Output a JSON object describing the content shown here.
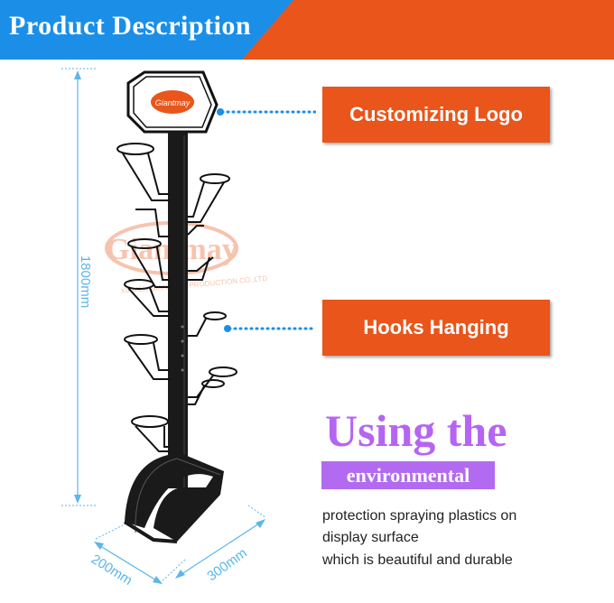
{
  "banner": {
    "title": "Product Description",
    "left_color": "#1b8fe8",
    "right_color": "#e9551b"
  },
  "callouts": {
    "logo_label": "Customizing Logo",
    "hooks_label": "Hooks Hanging"
  },
  "product": {
    "logo_text": "Giantmay",
    "watermark_text": "Giantmay",
    "watermark_subtext": "XIAMEN GIANTMAY PRODUCTION CO.,LTD",
    "height_dim": "1800mm",
    "depth_dim": "200mm",
    "width_dim": "300mm"
  },
  "text": {
    "heading": "Using the",
    "sub_heading": "environmental",
    "line1": "protection spraying plastics on",
    "line2": "display surface",
    "line3": "which is beautiful and durable",
    "heading_color": "#b565f2"
  }
}
